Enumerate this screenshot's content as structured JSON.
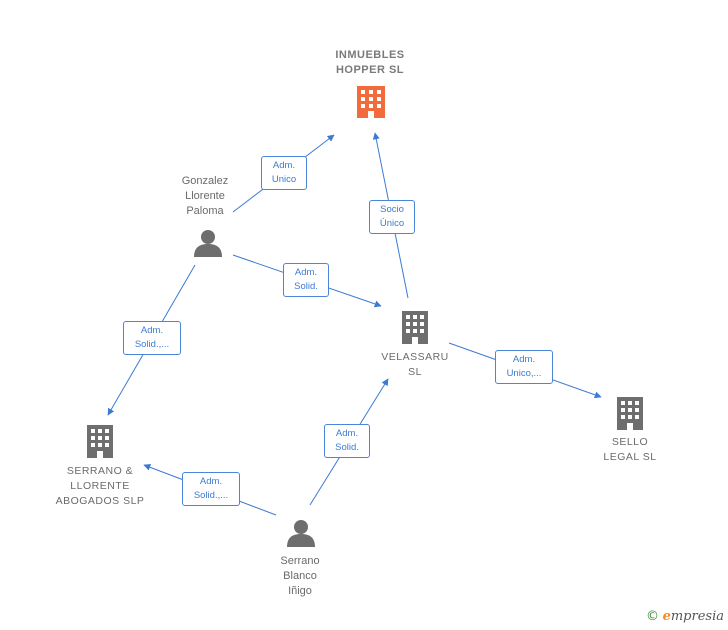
{
  "nodes": {
    "inmuebles": {
      "label": "INMUEBLES\nHOPPER  SL",
      "color": "#f26b3a"
    },
    "gonzalez": {
      "label": "Gonzalez\nLlorente\nPaloma"
    },
    "velassaru": {
      "label": "VELASSARU\nSL"
    },
    "sello": {
      "label": "SELLO\nLEGAL  SL"
    },
    "serrano_llorente": {
      "label": "SERRANO &\nLLORENTE\nABOGADOS  SLP"
    },
    "serrano_blanco": {
      "label": "Serrano\nBlanco\nIñigo"
    }
  },
  "edges": {
    "gonzalez_inmuebles": "Adm.\nUnico",
    "velassaru_inmuebles": "Socio\nÚnico",
    "gonzalez_velassaru": "Adm.\nSolid.",
    "gonzalez_serrano_llorente": "Adm.\nSolid.,...",
    "velassaru_sello": "Adm.\nUnico,...",
    "serrano_blanco_velassaru": "Adm.\nSolid.",
    "serrano_blanco_serrano_llorente": "Adm.\nSolid.,..."
  },
  "colors": {
    "edge": "#3b7bd4",
    "icon_gray": "#6e6e6e",
    "icon_main": "#f26b3a"
  },
  "brand": {
    "copyright": "©",
    "e": "e",
    "rest": "mpresia"
  }
}
